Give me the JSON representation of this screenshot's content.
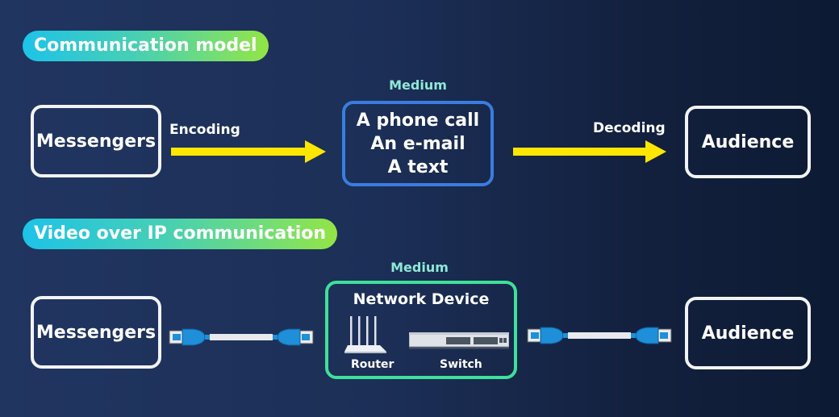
{
  "sections": {
    "communication_model": {
      "title": "Communication model",
      "sender": "Messengers",
      "encoding_label": "Encoding",
      "medium_label": "Medium",
      "medium_items": [
        "A phone call",
        "An e-mail",
        "A text"
      ],
      "decoding_label": "Decoding",
      "receiver": "Audience"
    },
    "video_over_ip": {
      "title": "Video over IP communication",
      "sender": "Messengers",
      "medium_label": "Medium",
      "medium_title": "Network Device",
      "devices": [
        "Router",
        "Switch"
      ],
      "receiver": "Audience"
    }
  },
  "colors": {
    "arrow": "#ffe600",
    "medium_box_1_border": "#3a7de0",
    "medium_box_2_border": "#3ee09a",
    "medium_label": "#8ee8d6",
    "cable_connector": "#1e8fd8"
  }
}
